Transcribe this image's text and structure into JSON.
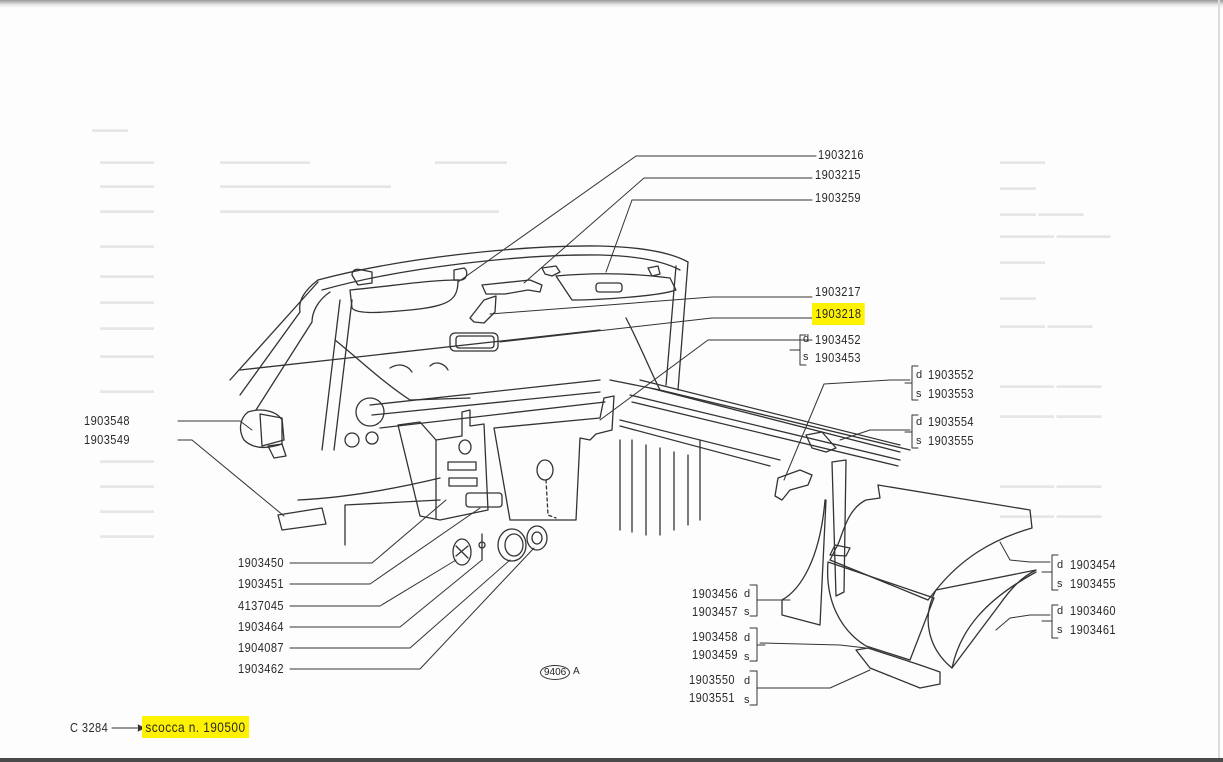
{
  "document": {
    "type": "parts catalog exploded view",
    "drawing_code": "C 3284",
    "chassis_note": "scocca n. 190500",
    "figure_ref": "9406",
    "figure_suffix": "A",
    "highlight_color": "#fff200",
    "ink_color": "#2a2a2a"
  },
  "labels_right_top": [
    {
      "part": "1903216"
    },
    {
      "part": "1903215"
    },
    {
      "part": "1903259"
    },
    {
      "part": "1903217"
    },
    {
      "part": "1903218",
      "highlighted": true
    }
  ],
  "bracket_groups_right": [
    {
      "d": "1903452",
      "s": "1903453"
    },
    {
      "d": "1903552",
      "s": "1903553"
    },
    {
      "d": "1903554",
      "s": "1903555"
    },
    {
      "d": "1903454",
      "s": "1903455"
    },
    {
      "d": "1903460",
      "s": "1903461"
    }
  ],
  "bracket_groups_left": [
    {
      "d": "1903456",
      "s": "1903457"
    },
    {
      "d": "1903458",
      "s": "1903459"
    },
    {
      "d": "1903550",
      "s": "1903551"
    }
  ],
  "labels_left": [
    {
      "part": "1903548"
    },
    {
      "part": "1903549"
    }
  ],
  "labels_bottom_left": [
    {
      "part": "1903450"
    },
    {
      "part": "1903451"
    },
    {
      "part": "4137045"
    },
    {
      "part": "1903464"
    },
    {
      "part": "1904087"
    },
    {
      "part": "1903462"
    }
  ],
  "side_letters": {
    "d": "d",
    "s": "s"
  }
}
